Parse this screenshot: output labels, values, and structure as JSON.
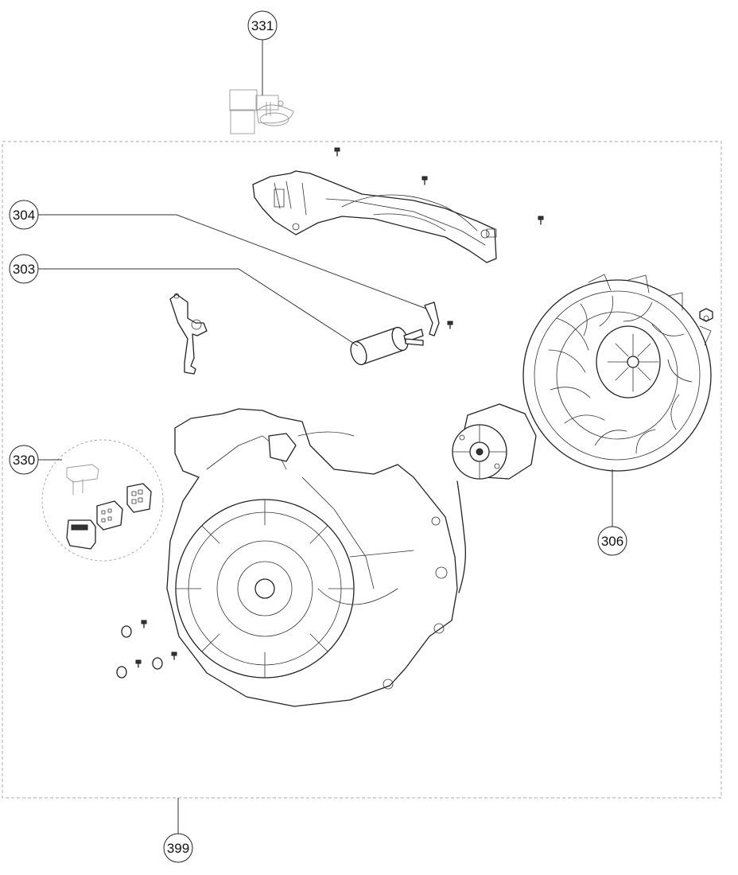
{
  "callouts": {
    "c331": "331",
    "c304": "304",
    "c303": "303",
    "c330": "330",
    "c306": "306",
    "c399": "399"
  }
}
